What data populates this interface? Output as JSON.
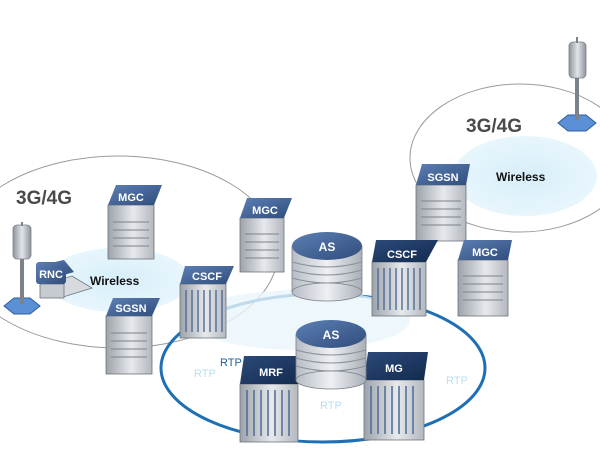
{
  "regions": {
    "left_network_label": "3G/4G",
    "right_network_label": "3G/4G",
    "left_wireless_label": "Wireless",
    "right_wireless_label": "Wireless"
  },
  "nodes": {
    "mgc_left": "MGC",
    "rnc": "RNC",
    "sgsn_left": "SGSN",
    "mgc_center": "MGC",
    "cscf_left": "CSCF",
    "as_top": "AS",
    "as_bottom": "AS",
    "cscf_right": "CSCF",
    "sgsn_right": "SGSN",
    "mgc_right": "MGC",
    "mrf": "MRF",
    "mg": "MG"
  },
  "links": {
    "rtp_left_dark": "RTP",
    "rtp_left_faint": "RTP",
    "rtp_bottom": "RTP",
    "rtp_right": "RTP"
  },
  "colors": {
    "server_cap": "#3a5b8c",
    "server_cap_dark": "#17365f",
    "server_body": "#c8ccd2",
    "wireless_cloud": "#e3f3fb",
    "ring": "#1f6fb5",
    "tower_base": "#5b8fd6",
    "rtp_dark": "#1f5f9e",
    "rtp_faint": "#b9dff2"
  }
}
